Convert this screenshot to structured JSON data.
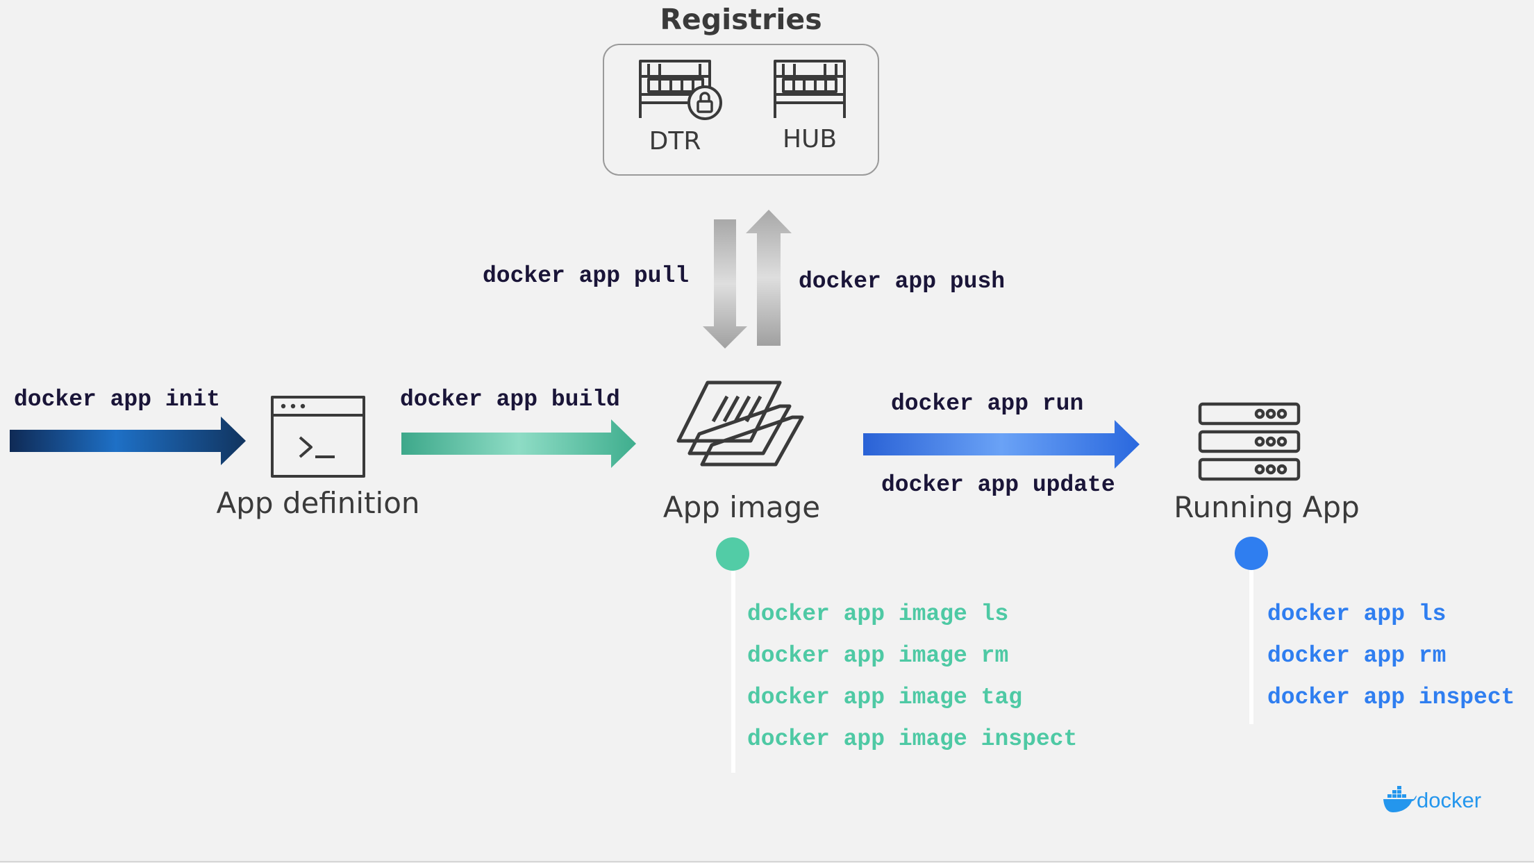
{
  "registries": {
    "title": "Registries",
    "items": [
      {
        "label": "DTR",
        "icon": "locked-registry-icon"
      },
      {
        "label": "HUB",
        "icon": "registry-icon"
      }
    ]
  },
  "commands": {
    "pull": "docker app pull",
    "push": "docker app push",
    "init": "docker app init",
    "build": "docker app build",
    "run": "docker app run",
    "update": "docker app update"
  },
  "nodes": {
    "app_definition": "App definition",
    "app_image": "App image",
    "running_app": "Running App"
  },
  "image_commands": [
    "docker app image ls",
    "docker app image rm",
    "docker app image tag",
    "docker app image inspect"
  ],
  "running_commands": [
    "docker app ls",
    "docker app rm",
    "docker app inspect"
  ],
  "brand": {
    "name": "docker"
  },
  "colors": {
    "background": "#f2f2f2",
    "text_dark": "#1a1538",
    "image_accent": "#4ec9a4",
    "running_accent": "#2f7ef0",
    "docker_blue": "#2496ed"
  }
}
